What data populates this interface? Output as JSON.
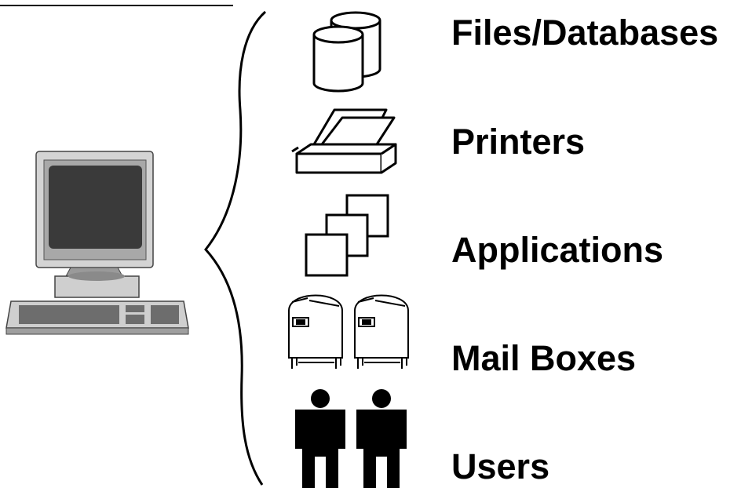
{
  "colors": {
    "ink": "#000000",
    "monitor_body": "#cfcfcf",
    "monitor_screen": "#3a3a3a",
    "keyboard": "#bdbdbd"
  },
  "icons": {
    "computer": "computer-workstation-icon",
    "files": "database-cylinders-icon",
    "printers": "printer-tray-icon",
    "applications": "stacked-windows-icon",
    "mailboxes": "mailbox-icon",
    "users": "person-icon"
  },
  "resources": [
    {
      "id": "files",
      "label": "Files/Databases"
    },
    {
      "id": "printers",
      "label": "Printers"
    },
    {
      "id": "applications",
      "label": "Applications"
    },
    {
      "id": "mailboxes",
      "label": "Mail Boxes"
    },
    {
      "id": "users",
      "label": "Users"
    }
  ]
}
